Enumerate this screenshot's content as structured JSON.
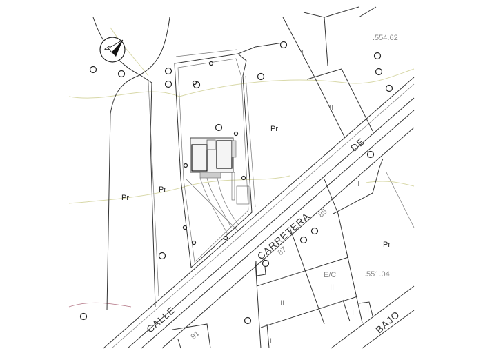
{
  "map": {
    "north_label": "N",
    "road_labels": {
      "calle": "CALLE",
      "carretera": "CARRETERA",
      "de": "DE",
      "bajo": "BAJO"
    },
    "land_use": {
      "pr": "Pr",
      "class_i": "I",
      "class_ii": "II",
      "ec": "E/C"
    },
    "parcel_numbers": [
      "85",
      "87",
      "91"
    ],
    "elevations": [
      ".554.62",
      ".551.04"
    ],
    "colors": {
      "line": "#333333",
      "contour": "#d8d8a8",
      "secondary": "#888888",
      "creek": "#b07080"
    }
  }
}
